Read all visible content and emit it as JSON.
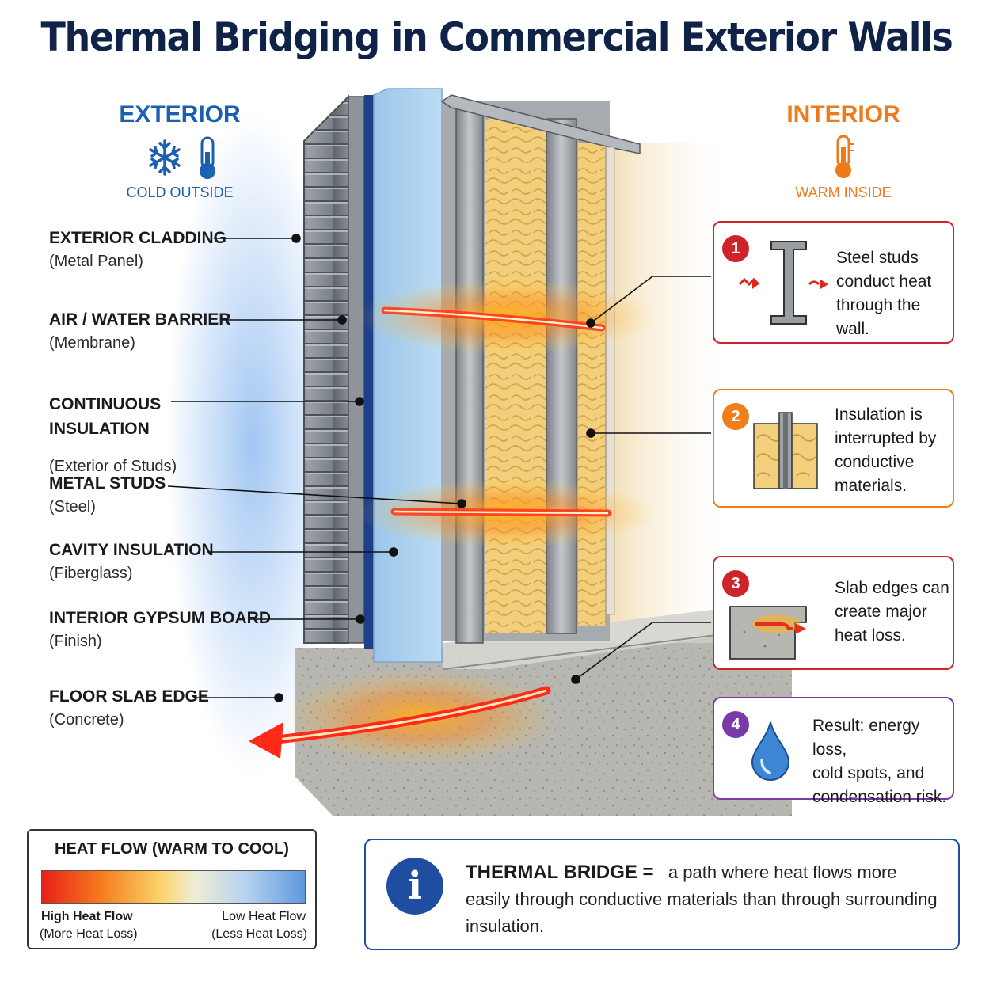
{
  "title": "Thermal Bridging in Commercial Exterior Walls",
  "exterior": {
    "heading": "EXTERIOR",
    "sub": "COLD OUTSIDE",
    "icons": [
      "snowflake-icon",
      "thermometer-cold-icon"
    ],
    "color": "#1b5fb0"
  },
  "interior": {
    "heading": "INTERIOR",
    "sub": "WARM INSIDE",
    "icons": [
      "thermometer-warm-icon"
    ],
    "color": "#ee7a1c"
  },
  "layers": [
    {
      "title": "EXTERIOR CLADDING",
      "sub": "(Metal Panel)"
    },
    {
      "title": "AIR / WATER BARRIER",
      "sub": "(Membrane)"
    },
    {
      "title": "CONTINUOUS\nINSULATION",
      "sub": "(Exterior of Studs)"
    },
    {
      "title": "METAL STUDS",
      "sub": "(Steel)"
    },
    {
      "title": "CAVITY INSULATION",
      "sub": "(Fiberglass)"
    },
    {
      "title": "INTERIOR GYPSUM BOARD",
      "sub": "(Finish)"
    },
    {
      "title": "FLOOR SLAB EDGE",
      "sub": "(Concrete)"
    }
  ],
  "callouts": [
    {
      "num": "1",
      "lines": [
        "Steel studs",
        "conduct heat",
        "through the wall."
      ],
      "color": "#d0222a",
      "icon": "steel-stud-heat-icon"
    },
    {
      "num": "2",
      "lines": [
        "Insulation is",
        "interrupted by",
        "conductive",
        "materials."
      ],
      "color": "#f07e1a",
      "icon": "interrupted-insulation-icon"
    },
    {
      "num": "3",
      "lines": [
        "Slab edges can",
        "create major",
        "heat loss."
      ],
      "color": "#d0222a",
      "icon": "slab-edge-heat-icon"
    },
    {
      "num": "4",
      "lines": [
        "Result: energy loss,",
        "cold spots, and",
        "condensation risk."
      ],
      "color": "#7a3aa8",
      "icon": "water-drop-icon"
    }
  ],
  "legend": {
    "title": "HEAT FLOW (WARM TO COOL)",
    "left_label": "High Heat Flow",
    "left_sub": "(More Heat Loss)",
    "right_label": "Low Heat Flow",
    "right_sub": "(Less Heat Loss)"
  },
  "info": {
    "term": "THERMAL BRIDGE =",
    "definition": "a path where heat flows more easily through conductive materials than through surrounding insulation.",
    "icon": "info-icon",
    "color": "#1f4ea0"
  }
}
